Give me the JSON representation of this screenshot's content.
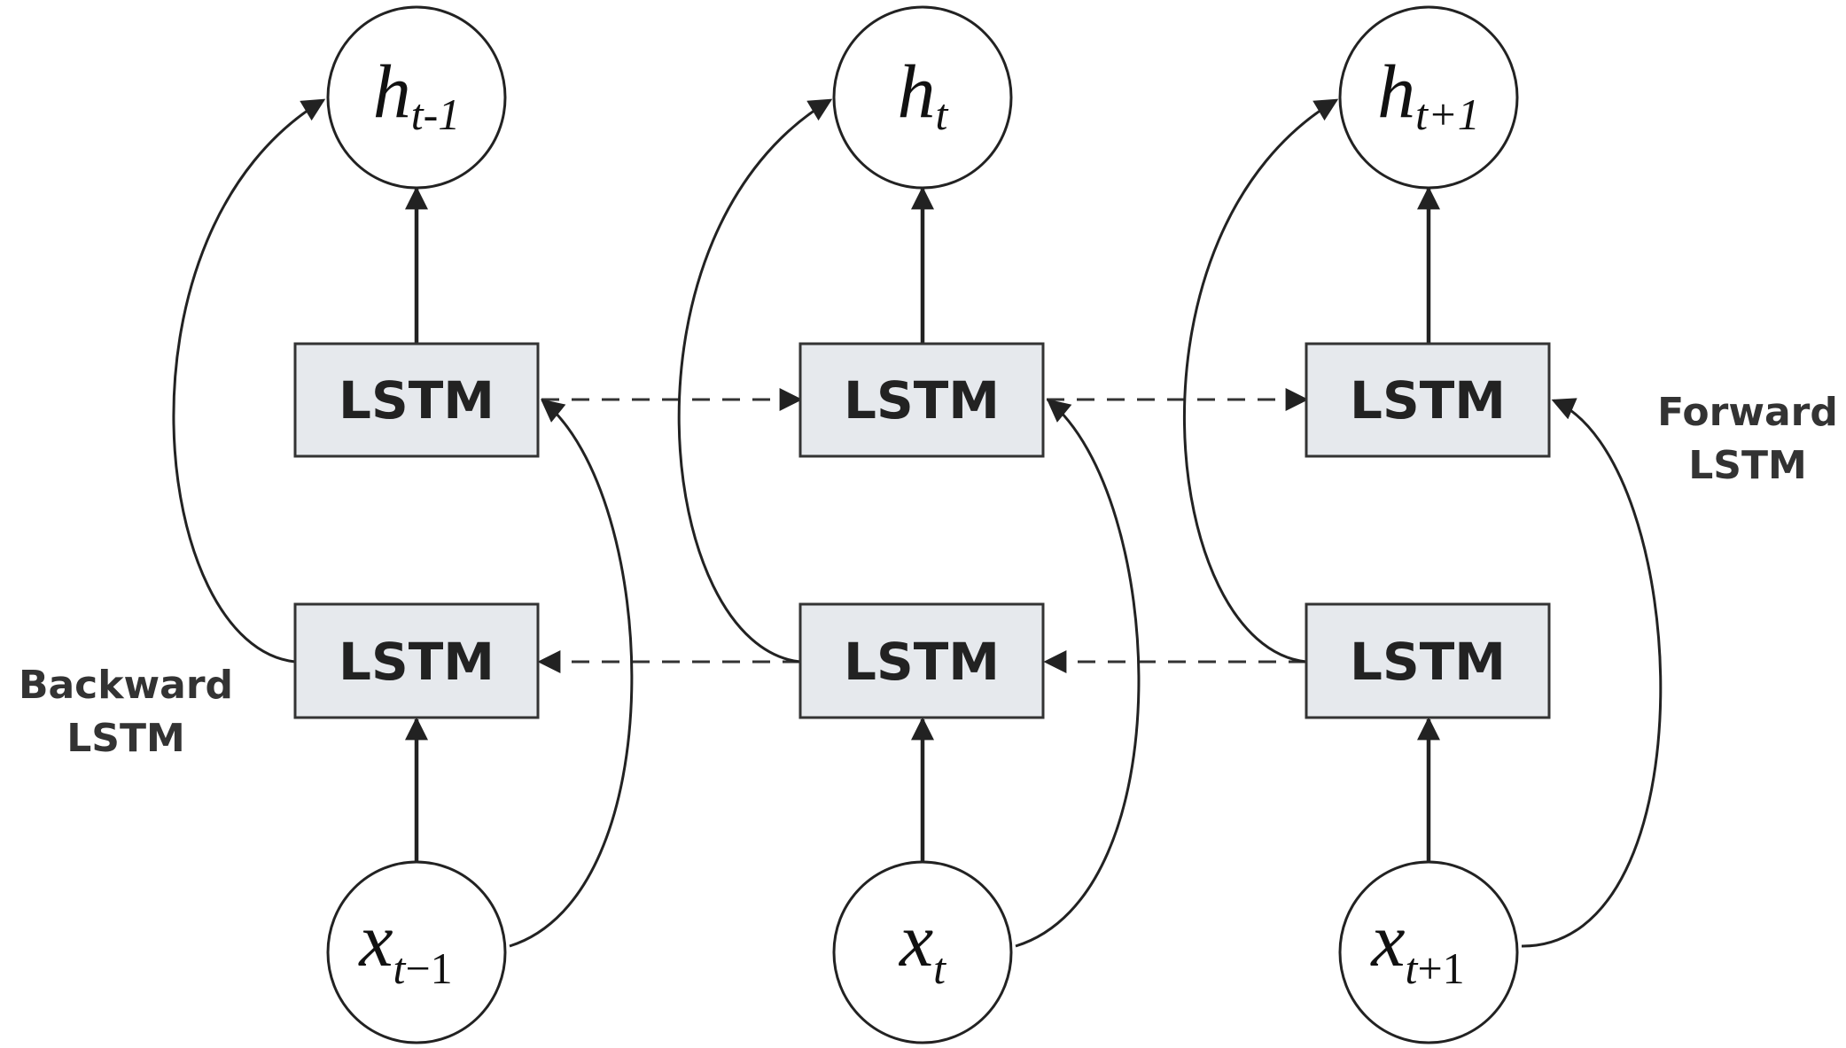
{
  "columns": [
    {
      "output": {
        "symbol": "h",
        "sub": "t-1"
      },
      "input": {
        "symbol": "x",
        "sub_t": "t",
        "sub_rest": "−1"
      }
    },
    {
      "output": {
        "symbol": "h",
        "sub": "t"
      },
      "input": {
        "symbol": "x",
        "sub_t": "t",
        "sub_rest": ""
      }
    },
    {
      "output": {
        "symbol": "h",
        "sub": "t+1"
      },
      "input": {
        "symbol": "x",
        "sub_t": "t",
        "sub_rest": "+1"
      }
    }
  ],
  "cell_label": "LSTM",
  "labels": {
    "forward": [
      "Forward",
      "LSTM"
    ],
    "backward": [
      "Backward",
      "LSTM"
    ]
  },
  "colors": {
    "box_fill": "#e6e9ed",
    "stroke": "#222222"
  }
}
